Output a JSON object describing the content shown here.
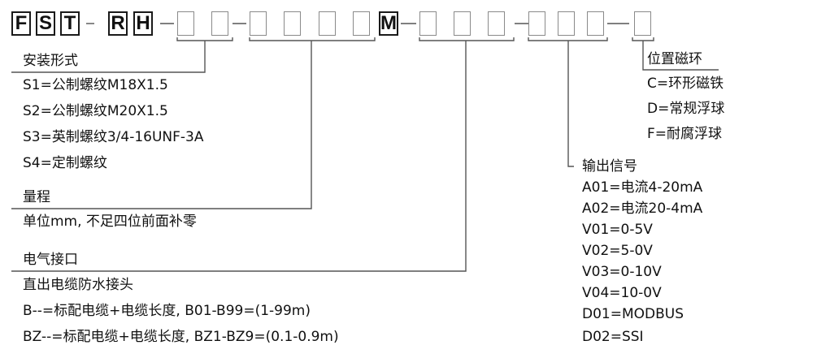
{
  "model_code": {
    "prefix": [
      "F",
      "S",
      "T",
      "R",
      "H"
    ],
    "separator": "-",
    "mid_letter": "M"
  },
  "mounting": {
    "title": "安装形式",
    "options": [
      "S1=公制螺纹M18X1.5",
      "S2=公制螺纹M20X1.5",
      "S3=英制螺纹3/4-16UNF-3A",
      "S4=定制螺纹"
    ]
  },
  "range": {
    "title": "量程",
    "description": "单位mm, 不足四位前面补零"
  },
  "electrical": {
    "title": "电气接口",
    "options": [
      "直出电缆防水接头",
      "B--=标配电缆+电缆长度, B01-B99=(1-99m)",
      "BZ--=标配电缆+电缆长度, BZ1-BZ9=(0.1-0.9m)"
    ]
  },
  "output": {
    "title": "输出信号",
    "options": [
      "A01=电流4-20mA",
      "A02=电流20-4mA",
      "V01=0-5V",
      "V02=5-0V",
      "V03=0-10V",
      "V04=10-0V",
      "D01=MODBUS",
      "D02=SSI"
    ]
  },
  "position_magnet": {
    "title": "位置磁环",
    "options": [
      "C=环形磁铁",
      "D=常规浮球",
      "F=耐腐浮球"
    ]
  }
}
